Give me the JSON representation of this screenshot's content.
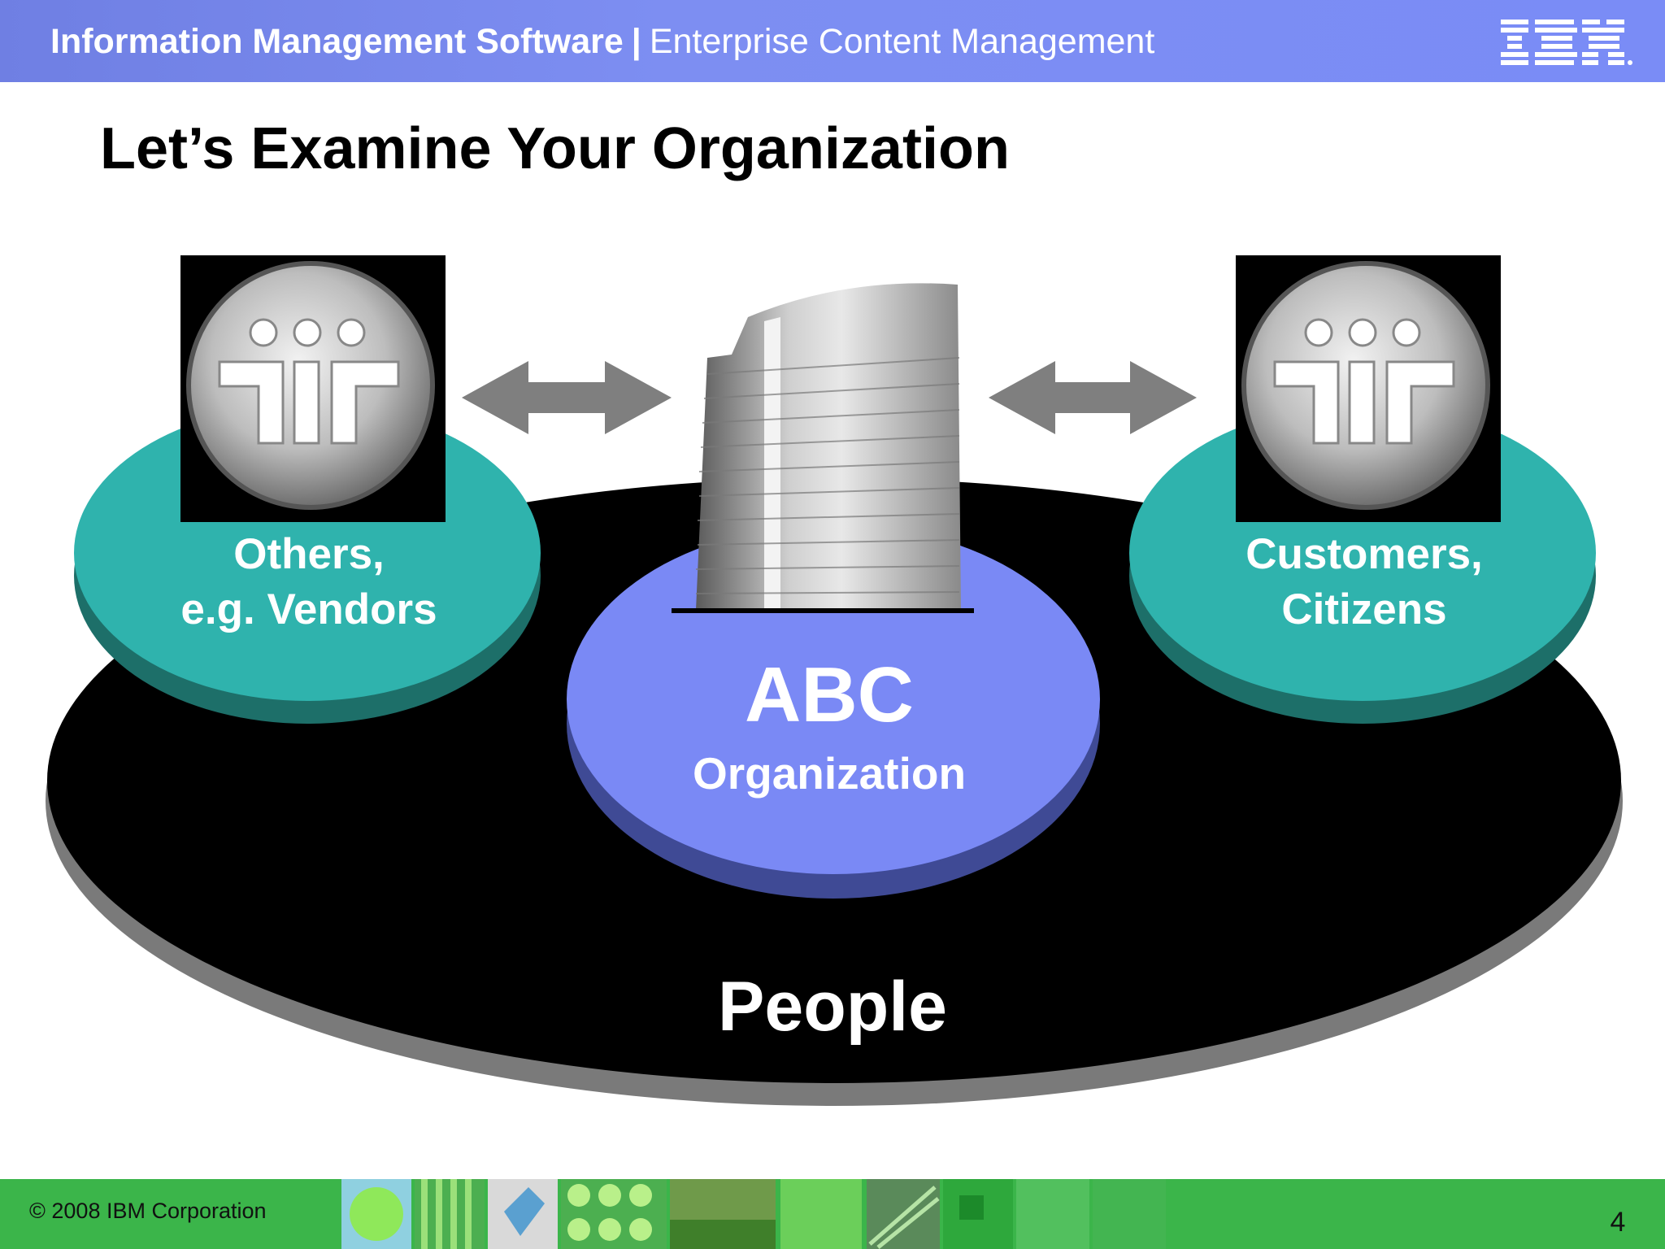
{
  "header": {
    "product": "Information Management Software",
    "separator": "|",
    "area": "Enterprise Content Management",
    "logo_icon": "ibm-logo"
  },
  "title": "Let’s Examine Your Organization",
  "diagram": {
    "left_node": {
      "line1": "Others,",
      "line2": "e.g. Vendors",
      "icon": "people-group-icon"
    },
    "center_node": {
      "name": "ABC",
      "subtitle": "Organization",
      "icon": "office-building-icon"
    },
    "right_node": {
      "line1": "Customers,",
      "line2": "Citizens",
      "icon": "people-group-icon"
    },
    "base_label": "People",
    "colors": {
      "teal": "#2fb3ad",
      "blue": "#7a89f5",
      "base": "#000000",
      "arrow": "#7f7f7f"
    }
  },
  "footer": {
    "copyright": "© 2008 IBM Corporation",
    "page": "4",
    "bar_color": "#3bb54a"
  }
}
